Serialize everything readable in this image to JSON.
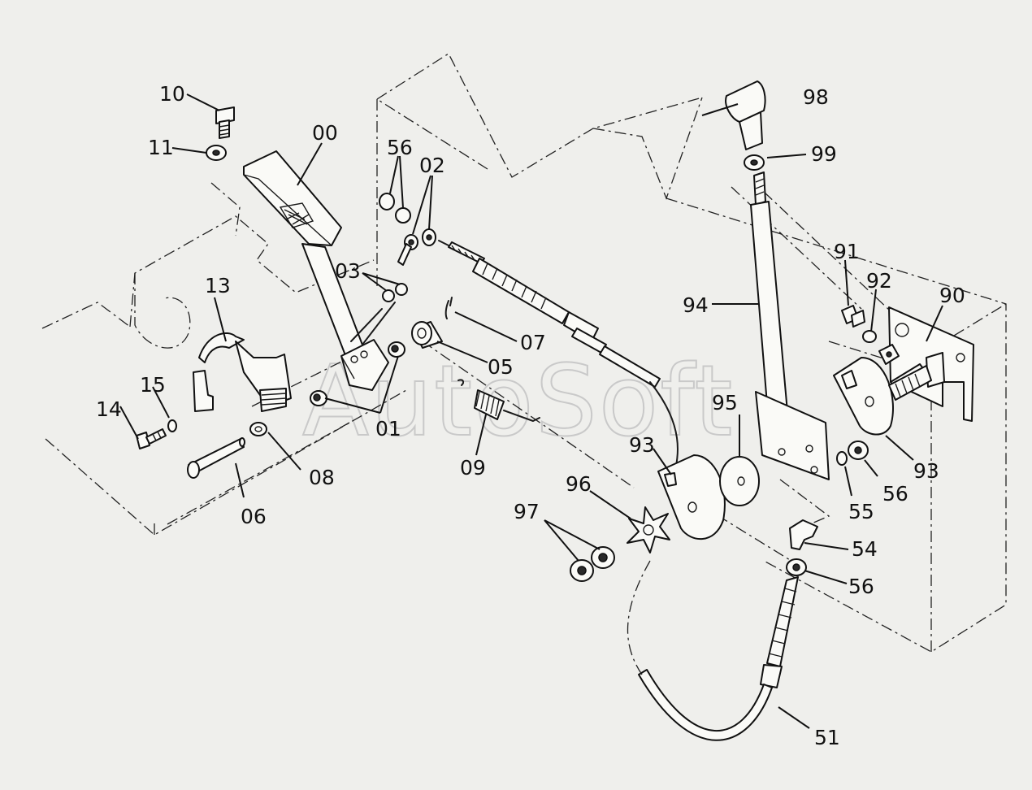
{
  "watermark": "AutoSoft",
  "colors": {
    "background": "#efefec",
    "ink": "#111111",
    "watermark": "#c9c9c9"
  },
  "callouts": [
    {
      "id": "c00",
      "text": "00"
    },
    {
      "id": "c01",
      "text": "01"
    },
    {
      "id": "c02",
      "text": "02"
    },
    {
      "id": "c03",
      "text": "03"
    },
    {
      "id": "c05",
      "text": "05"
    },
    {
      "id": "c06",
      "text": "06"
    },
    {
      "id": "c07",
      "text": "07"
    },
    {
      "id": "c08",
      "text": "08"
    },
    {
      "id": "c09",
      "text": "09"
    },
    {
      "id": "c10",
      "text": "10"
    },
    {
      "id": "c11",
      "text": "11"
    },
    {
      "id": "c13",
      "text": "13"
    },
    {
      "id": "c14",
      "text": "14"
    },
    {
      "id": "c15",
      "text": "15"
    },
    {
      "id": "c51",
      "text": "51"
    },
    {
      "id": "c54",
      "text": "54"
    },
    {
      "id": "c55",
      "text": "55"
    },
    {
      "id": "c56a",
      "text": "56"
    },
    {
      "id": "c56b",
      "text": "56"
    },
    {
      "id": "c56c",
      "text": "56"
    },
    {
      "id": "c90",
      "text": "90"
    },
    {
      "id": "c91",
      "text": "91"
    },
    {
      "id": "c92",
      "text": "92"
    },
    {
      "id": "c93a",
      "text": "93"
    },
    {
      "id": "c93b",
      "text": "93"
    },
    {
      "id": "c94",
      "text": "94"
    },
    {
      "id": "c95",
      "text": "95"
    },
    {
      "id": "c96",
      "text": "96"
    },
    {
      "id": "c97",
      "text": "97"
    },
    {
      "id": "c98",
      "text": "98"
    },
    {
      "id": "c99",
      "text": "99"
    }
  ]
}
